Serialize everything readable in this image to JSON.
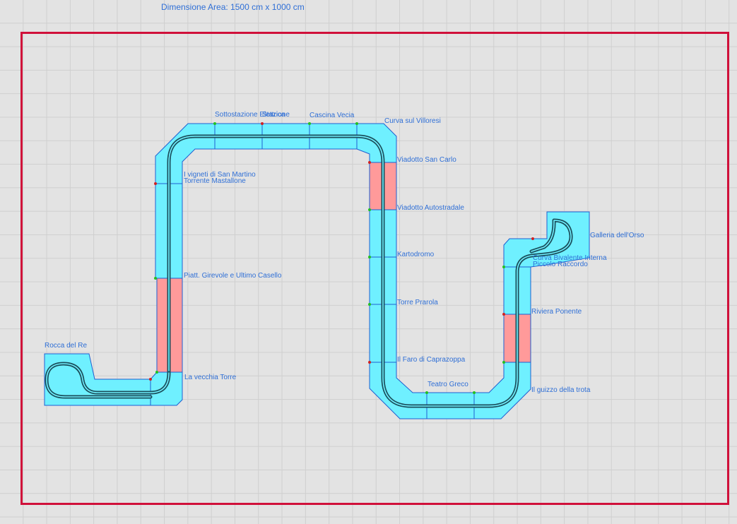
{
  "area_title": "Dimensione Area: 1500 cm x 1000 cm",
  "colors": {
    "track": "#6ff0ff",
    "bridge": "#ff9a9a",
    "border": "#d0103a",
    "label": "#2f6fd6"
  },
  "labels": {
    "sottostazione": "Sottostazione Elettrica",
    "stazione": "Stazione",
    "cascina": "Cascina Vecia",
    "curva_villoresi": "Curva sul Villoresi",
    "vigneti": "I vigneti di San Martino",
    "torrente": "Torrente Mastallone",
    "viadotto_sancarlo": "Viadotto San Carlo",
    "viadotto_autostradale": "Viadotto Autostradale",
    "kartodromo": "Kartodromo",
    "torre_prarola": "Torre Prarola",
    "faro": "Il Faro di Caprazoppa",
    "teatro": "Teatro Greco",
    "guizzo": "Il guizzo della trota",
    "riviera": "Riviera Ponente",
    "curva_bivalente": "Curva Bivalente Interna",
    "piccolo_raccordo": "Piccolo Raccordo",
    "galleria": "Galleria dell'Orso",
    "piatt": "Piatt. Girevole e Ultimo Casello",
    "vecchia_torre": "La vecchia Torre",
    "rocca": "Rocca del Re"
  }
}
